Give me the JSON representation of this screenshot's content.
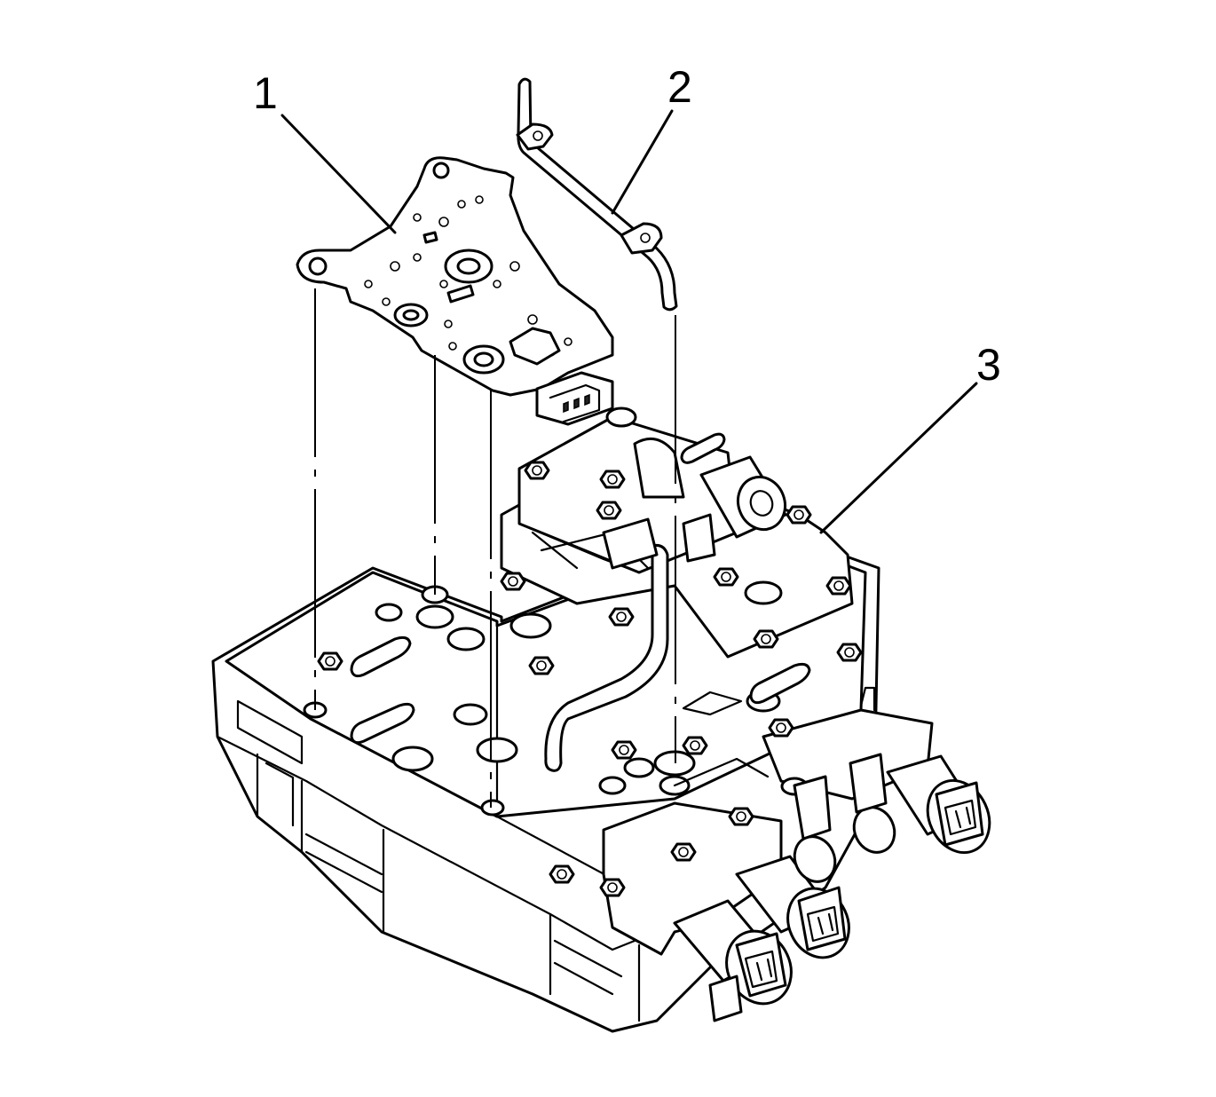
{
  "callouts": [
    {
      "label": "1",
      "target": "solenoid-bracket-plate"
    },
    {
      "label": "2",
      "target": "wiring-harness-tube"
    },
    {
      "label": "3",
      "target": "valve-body-assembly"
    }
  ]
}
